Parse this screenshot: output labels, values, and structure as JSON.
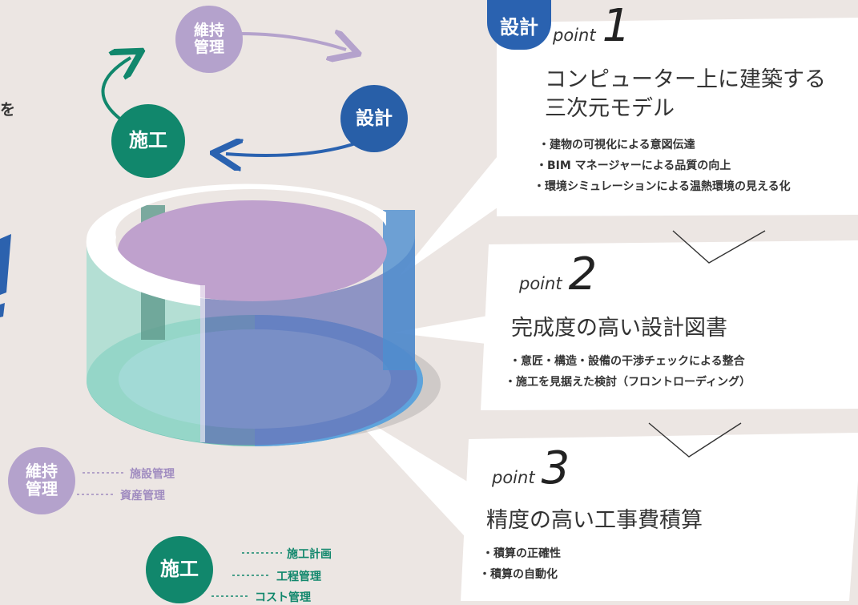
{
  "left": {
    "cutoff_char": "を",
    "cycle": {
      "maintenance": "維持\n管理",
      "construction": "施工",
      "design": "設計"
    },
    "legend": {
      "maintenance": {
        "badge": "維持\n管理",
        "items": [
          "施設管理",
          "資産管理"
        ]
      },
      "construction": {
        "badge": "施工",
        "items": [
          "施工計画",
          "工程管理",
          "コスト管理"
        ]
      }
    }
  },
  "right": {
    "tag": "設計",
    "points": [
      {
        "word": "point",
        "number": "1",
        "title_lines": [
          "コンピューター上に建築する",
          "三次元モデル"
        ],
        "bullets": [
          "・建物の可視化による意図伝達",
          "・BIM マネージャーによる品質の向上",
          "・環境シミュレーションによる温熱環境の見える化"
        ]
      },
      {
        "word": "point",
        "number": "2",
        "title_lines": [
          "完成度の高い設計図書"
        ],
        "bullets": [
          "・意匠・構造・設備の干渉チェックによる整合",
          "・施工を見据えた検討（フロントローディング）"
        ]
      },
      {
        "word": "point",
        "number": "3",
        "title_lines": [
          "精度の高い工事費積算"
        ],
        "bullets": [
          "・積算の正確性",
          "・積算の自動化"
        ]
      }
    ]
  },
  "colors": {
    "background": "#ece6e3",
    "maintenance": "#b4a2cc",
    "construction": "#11876c",
    "design": "#285fa8",
    "cylinder_green": "#7fcfc0",
    "cylinder_blue": "#5a9fd8",
    "cylinder_purple": "#b79fcc"
  }
}
